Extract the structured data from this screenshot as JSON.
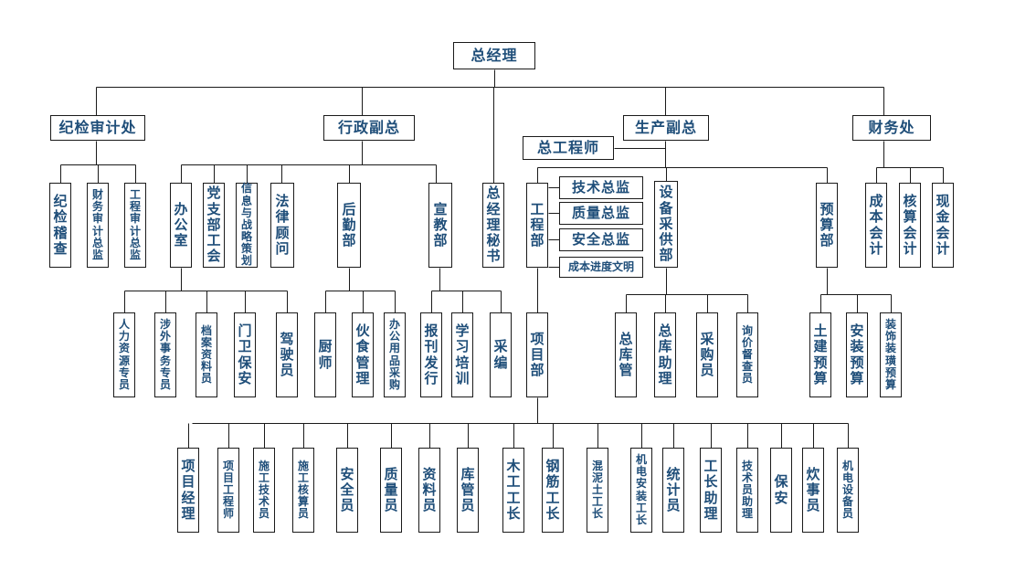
{
  "chart": {
    "ceo": "总经理",
    "executives": {
      "discipline": "纪检审计处",
      "admin_vp": "行政副总",
      "production_vp": "生产副总",
      "finance": "财务处",
      "chief_engineer": "总工程师",
      "ceo_secretary": "总经理秘书"
    },
    "discipline_units": [
      "纪检稽查",
      "财务审计总监",
      "工程审计总监"
    ],
    "admin_units": {
      "office": "办公室",
      "party_union": "党支部工会",
      "info_strategy": "信息与战略策划",
      "legal": "法律顾问",
      "logistics": "后勤部",
      "publicity": "宣教部"
    },
    "office_units": [
      "人力资源专员",
      "涉外事务专员",
      "档案资料员",
      "门卫保安",
      "驾驶员"
    ],
    "logistics_units": [
      "厨师",
      "伙食管理",
      "办公用品采购"
    ],
    "publicity_units": [
      "报刊发行",
      "学习培训",
      "采编"
    ],
    "engineering": {
      "dept": "工程部",
      "supervisors": [
        "技术总监",
        "质量总监",
        "安全总监",
        "成本进度文明"
      ]
    },
    "procurement": {
      "dept": "设备采供部",
      "units": [
        "总库管",
        "总库助理",
        "采购员",
        "询价督查员"
      ]
    },
    "budget": {
      "dept": "预算部",
      "units": [
        "土建预算",
        "安装预算",
        "装饰装璜预算"
      ]
    },
    "finance_units": [
      "成本会计",
      "核算会计",
      "现金会计"
    ],
    "project": {
      "dept": "项目部",
      "units": [
        "项目经理",
        "项目工程师",
        "施工技术员",
        "施工核算员",
        "安全员",
        "质量员",
        "资料员",
        "库管员",
        "木工工长",
        "钢筋工长",
        "混泥土工长",
        "机电安装工长",
        "统计员",
        "工长助理",
        "技术员助理",
        "保安",
        "炊事员",
        "机电设备员"
      ]
    }
  }
}
